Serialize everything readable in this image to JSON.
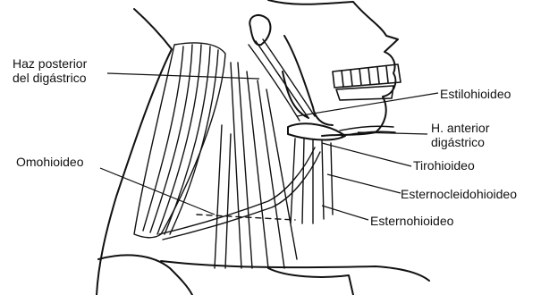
{
  "labels": {
    "haz_posterior_line1": "Haz posterior",
    "haz_posterior_line2": "del digástrico",
    "estilohioideo": "Estilohioideo",
    "h_anterior_line1": "H. anterior",
    "h_anterior_line2": "digástrico",
    "omohioideo": "Omohioideo",
    "tirohioideo": "Tirohioideo",
    "esternocleidohioideo": "Esternocleidohioideo",
    "esternohioideo": "Esternohioideo"
  },
  "colors": {
    "ink": "#111111",
    "background": "#ffffff"
  }
}
